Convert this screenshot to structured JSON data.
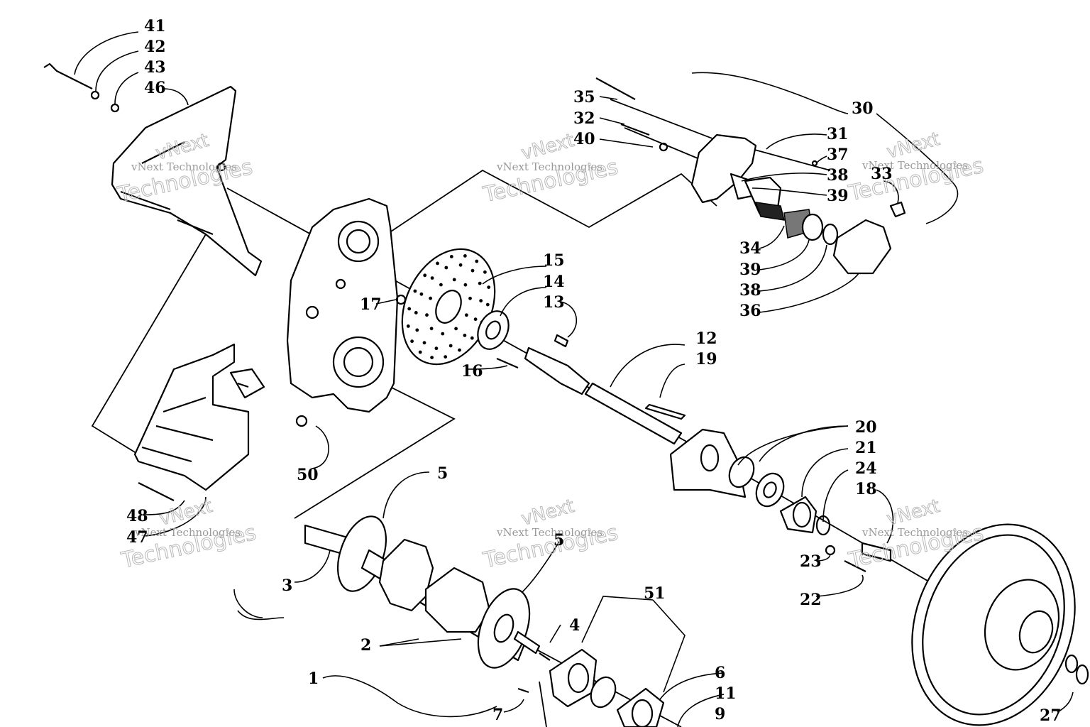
{
  "labels": {
    "l1": "1",
    "l2": "2",
    "l3": "3",
    "l4": "4",
    "l5a": "5",
    "l5b": "5",
    "l6": "6",
    "l7": "7",
    "l9": "9",
    "l11": "11",
    "l12": "12",
    "l13": "13",
    "l14": "14",
    "l15": "15",
    "l16": "16",
    "l17": "17",
    "l18": "18",
    "l19": "19",
    "l20": "20",
    "l21": "21",
    "l22": "22",
    "l23": "23",
    "l24": "24",
    "l27": "27",
    "l30": "30",
    "l31": "31",
    "l32": "32",
    "l33": "33",
    "l34": "34",
    "l35": "35",
    "l36": "36",
    "l37": "37",
    "l38a": "38",
    "l38b": "38",
    "l39a": "39",
    "l39b": "39",
    "l40": "40",
    "l41": "41",
    "l42": "42",
    "l43": "43",
    "l46": "46",
    "l47": "47",
    "l48": "48",
    "l50": "50",
    "l51": "51"
  },
  "watermark": {
    "line1": "vNext",
    "line2": "vNext Technologies",
    "line3": "Technologies"
  }
}
